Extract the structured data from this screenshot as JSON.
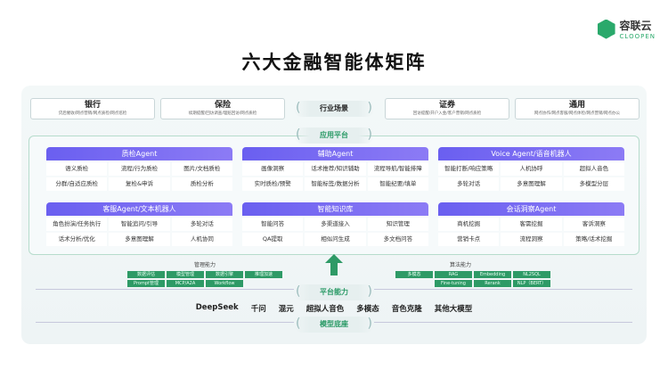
{
  "logo": {
    "name": "容联云",
    "sub": "CLOOPEN"
  },
  "title": "六大金融智能体矩阵",
  "industry": {
    "label": "行业场景",
    "items": [
      {
        "name": "银行",
        "sub": "贷后催收/网点营销/网点质检/网点巡检"
      },
      {
        "name": "保险",
        "sub": "续期提醒/回访调查/理赔回访/网点质检"
      },
      {
        "name": "证券",
        "sub": "回访提醒/开户入金/客户营销/网点质检"
      },
      {
        "name": "通用",
        "sub": "网点协作/网点客服/网点体检/网点营销/网点办公"
      }
    ]
  },
  "app_platform": "应用平台",
  "cards": [
    {
      "title": "质检Agent",
      "items": [
        "语义质检",
        "流程/行为质检",
        "图片/文档质检",
        "分群/自适应质检",
        "复检&申诉",
        "质检分析"
      ]
    },
    {
      "title": "辅助Agent",
      "items": [
        "画像洞察",
        "话术推荐/知识辅助",
        "流程导航/智能排障",
        "实时质检/预警",
        "智能标签/数据分析",
        "智能纪要/填单"
      ]
    },
    {
      "title": "Voice Agent/语音机器人",
      "items": [
        "智能打断/响应策略",
        "人机协呼",
        "超拟人音色",
        "多轮对话",
        "多意图理解",
        "多模型分层"
      ]
    },
    {
      "title": "客服Agent/文本机器人",
      "items": [
        "角色扮演/任务执行",
        "智能追问/引导",
        "多轮对话",
        "话术分析/优化",
        "多意图理解",
        "人机协同"
      ]
    },
    {
      "title": "智能知识库",
      "items": [
        "智能问答",
        "多渠道接入",
        "知识管理",
        "QA提取",
        "相似问生成",
        "多文档问答"
      ]
    },
    {
      "title": "会话洞察Agent",
      "items": [
        "商机挖掘",
        "客需挖掘",
        "客诉洞察",
        "营销卡点",
        "流程洞察",
        "策略/话术挖掘"
      ]
    }
  ],
  "governance": {
    "label": "管理能力",
    "items": [
      "数据评估",
      "模型管理",
      "数据引擎",
      "推理加速",
      "Prompt管理",
      "MCP/A2A",
      "Workflow"
    ]
  },
  "algorithm": {
    "label": "算法能力",
    "items": [
      "多模态",
      "RAG",
      "Embedding",
      "NL2SQL",
      "Fine-tuning",
      "Rerank",
      "NLP（BERT）"
    ]
  },
  "platform_ability": "平台能力",
  "models": [
    "DeepSeek",
    "千问",
    "混元",
    "超拟人音色",
    "多模态",
    "音色克隆",
    "其他大模型"
  ],
  "model_base": "模型底座"
}
